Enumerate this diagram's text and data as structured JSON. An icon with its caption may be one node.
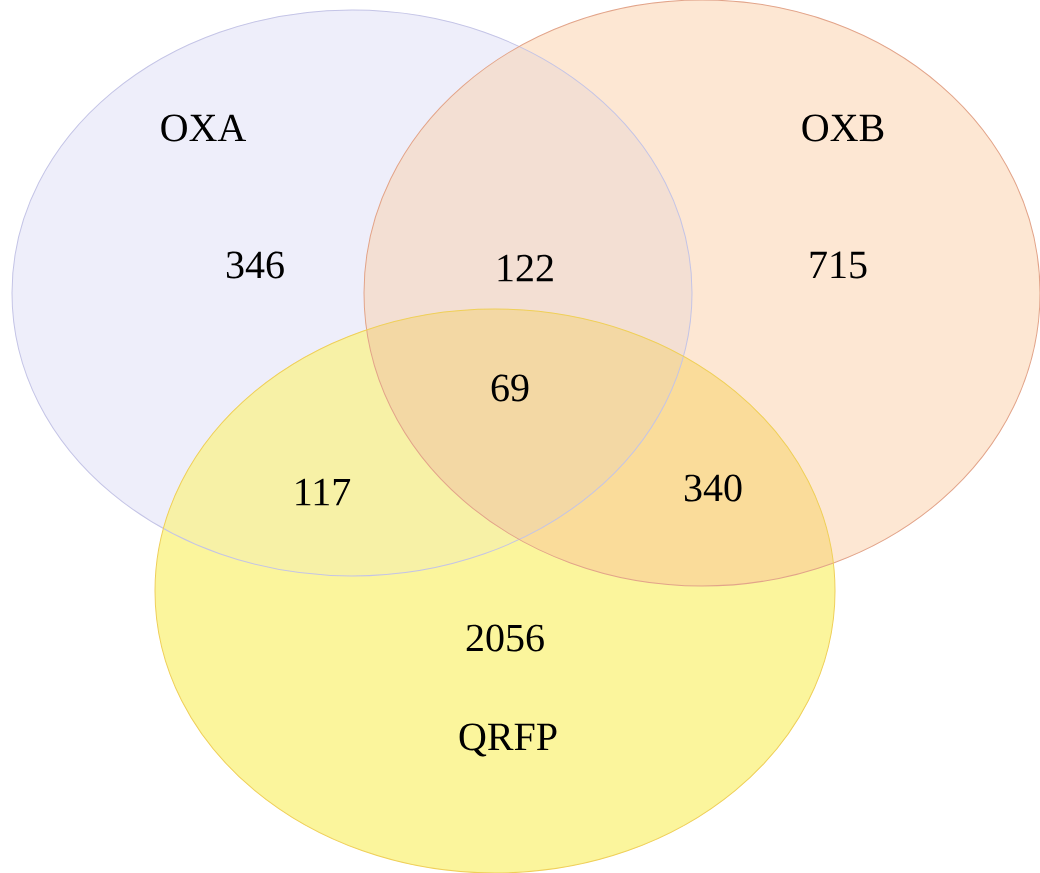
{
  "diagram": {
    "nodes": [
      {
        "text": [
          "OXA",
          "346"
        ]
      },
      {
        "text": [
          "OXB",
          "715"
        ]
      },
      {
        "text": [
          "2056",
          "QRFP"
        ]
      }
    ],
    "labels": [
      "122",
      "69",
      "117",
      "340"
    ]
  }
}
